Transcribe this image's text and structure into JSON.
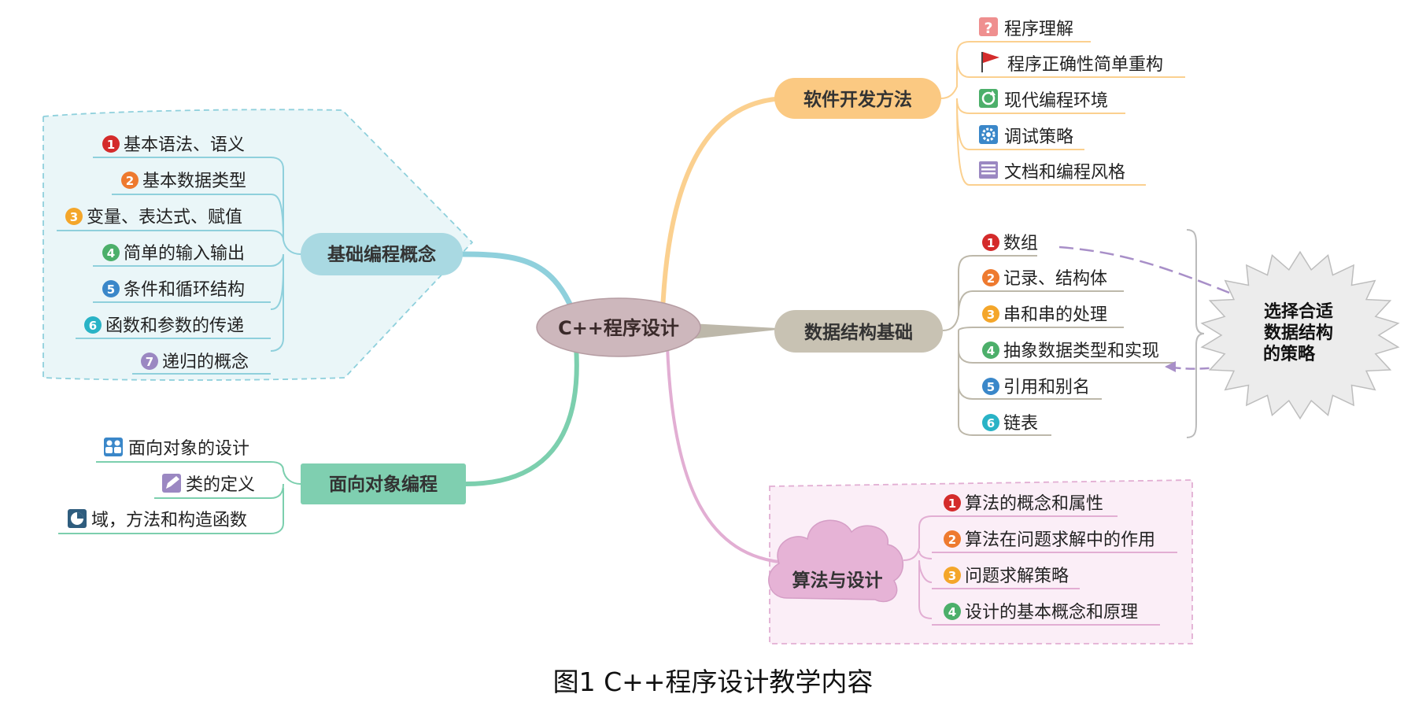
{
  "center": {
    "label": "C++程序设计",
    "color": "#cdb7bc"
  },
  "caption": "图1  C++程序设计教学内容",
  "strategy": {
    "lines": [
      "选择合适",
      "数据结构",
      "的策略"
    ]
  },
  "branches": {
    "software": {
      "label": "软件开发方法",
      "color": "#fbc982",
      "line_color": "#fbd08f",
      "items": [
        {
          "label": "程序理解",
          "icon": "question-icon"
        },
        {
          "label": "程序正确性简单重构",
          "icon": "flag-icon"
        },
        {
          "label": "现代编程环境",
          "icon": "refresh-icon"
        },
        {
          "label": "调试策略",
          "icon": "gear-icon"
        },
        {
          "label": "文档和编程风格",
          "icon": "list-icon"
        }
      ]
    },
    "basics": {
      "label": "基础编程概念",
      "color": "#a9d9e2",
      "line_color": "#8fd0dc",
      "items": [
        {
          "num": "1",
          "label": "基本语法、语义",
          "color": "#d42b2b"
        },
        {
          "num": "2",
          "label": "基本数据类型",
          "color": "#ee7a2f"
        },
        {
          "num": "3",
          "label": "变量、表达式、赋值",
          "color": "#f4a62a"
        },
        {
          "num": "4",
          "label": "简单的输入输出",
          "color": "#4caf6a"
        },
        {
          "num": "5",
          "label": "条件和循环结构",
          "color": "#3a87c9"
        },
        {
          "num": "6",
          "label": "函数和参数的传递",
          "color": "#29b3c6"
        },
        {
          "num": "7",
          "label": "递归的概念",
          "color": "#9b88c2"
        }
      ]
    },
    "data": {
      "label": "数据结构基础",
      "color": "#c8c2b3",
      "line_color": "#bdb8aa",
      "items": [
        {
          "num": "1",
          "label": "数组",
          "color": "#d42b2b"
        },
        {
          "num": "2",
          "label": "记录、结构体",
          "color": "#ee7a2f"
        },
        {
          "num": "3",
          "label": "串和串的处理",
          "color": "#f4a62a"
        },
        {
          "num": "4",
          "label": "抽象数据类型和实现",
          "color": "#4caf6a"
        },
        {
          "num": "5",
          "label": "引用和别名",
          "color": "#3a87c9"
        },
        {
          "num": "6",
          "label": "链表",
          "color": "#29b3c6"
        }
      ]
    },
    "oop": {
      "label": "面向对象编程",
      "color": "#7fcfb0",
      "line_color": "#7ccfae",
      "items": [
        {
          "label": "面向对象的设计",
          "icon": "people-icon"
        },
        {
          "label": "类的定义",
          "icon": "pencil-icon"
        },
        {
          "label": "域，方法和构造函数",
          "icon": "pie-icon"
        }
      ]
    },
    "algo": {
      "label": "算法与设计",
      "color": "#e6b3d6",
      "line_color": "#e2aed3",
      "items": [
        {
          "num": "1",
          "label": "算法的概念和属性",
          "color": "#d42b2b"
        },
        {
          "num": "2",
          "label": "算法在问题求解中的作用",
          "color": "#ee7a2f"
        },
        {
          "num": "3",
          "label": "问题求解策略",
          "color": "#f4a62a"
        },
        {
          "num": "4",
          "label": "设计的基本概念和原理",
          "color": "#4caf6a"
        }
      ]
    }
  }
}
